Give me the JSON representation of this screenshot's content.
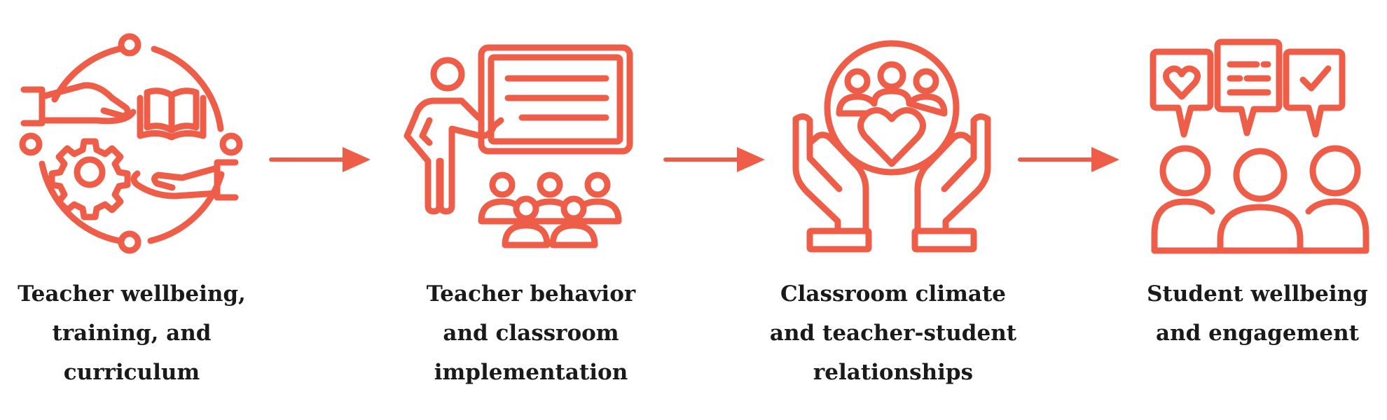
{
  "accent_color": "#EE5D48",
  "steps": [
    {
      "icon": "care-cycle-icon",
      "lines": [
        "Teacher wellbeing,",
        "training, and",
        "curriculum"
      ]
    },
    {
      "icon": "teacher-presentation-icon",
      "lines": [
        "Teacher behavior",
        "and classroom",
        "implementation"
      ]
    },
    {
      "icon": "hands-community-icon",
      "lines": [
        "Classroom climate",
        "and teacher-student",
        "relationships"
      ]
    },
    {
      "icon": "student-feedback-icon",
      "lines": [
        "Student wellbeing",
        "and engagement"
      ]
    }
  ],
  "connectors": [
    "arrow-right-icon",
    "arrow-right-icon",
    "arrow-right-icon"
  ]
}
